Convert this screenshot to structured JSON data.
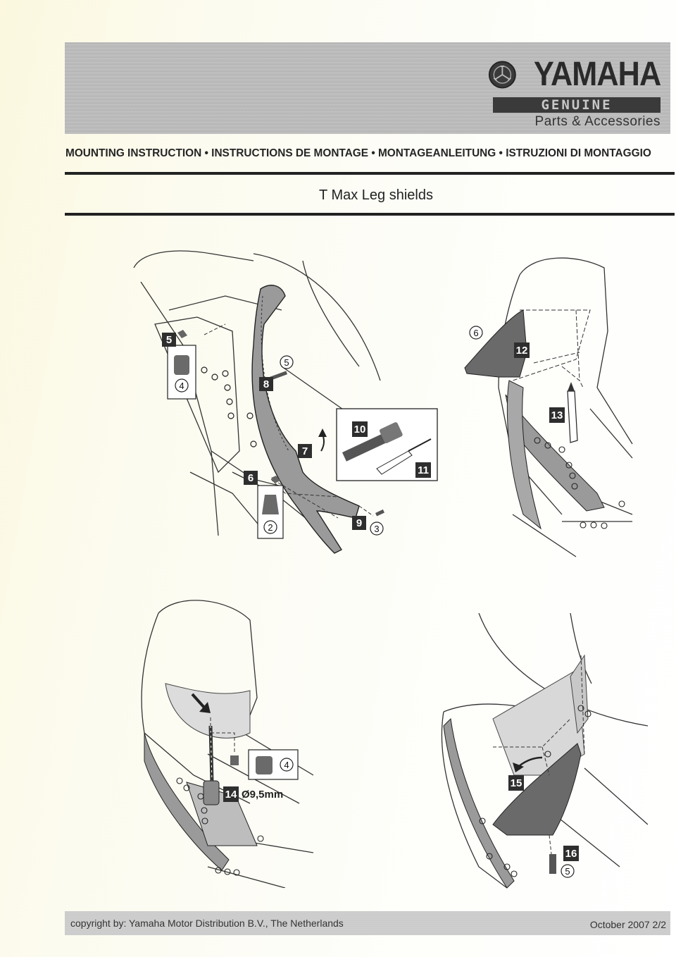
{
  "header": {
    "brand": "YAMAHA",
    "genuine": "GENUINE",
    "parts": "Parts & Accessories",
    "icons": [
      "yamaha-tuning-fork-emblem"
    ]
  },
  "instructions_line": "MOUNTING INSTRUCTION • INSTRUCTIONS DE MONTAGE • MONTAGEANLEITUNG • ISTRUZIONI DI MONTAGGIO",
  "title": "T Max Leg shields",
  "figures": {
    "fig1": {
      "steps": [
        "5",
        "8",
        "7",
        "10",
        "11",
        "6",
        "9"
      ],
      "parts": [
        "4",
        "5",
        "2",
        "3"
      ]
    },
    "fig2": {
      "steps": [
        "12",
        "13"
      ],
      "parts": [
        "6"
      ]
    },
    "fig3": {
      "steps": [
        "14"
      ],
      "parts": [
        "4"
      ],
      "dimension": "Ø9,5mm"
    },
    "fig4": {
      "steps": [
        "15",
        "16"
      ],
      "parts": [
        "5"
      ]
    }
  },
  "footer": {
    "copyright": "copyright by: Yamaha Motor Distribution B.V., The Netherlands",
    "date_page": "October 2007 2/2"
  },
  "colors": {
    "header_band": "#bdbdbd",
    "rule": "#222222",
    "step_box": "#2e2e2e"
  }
}
